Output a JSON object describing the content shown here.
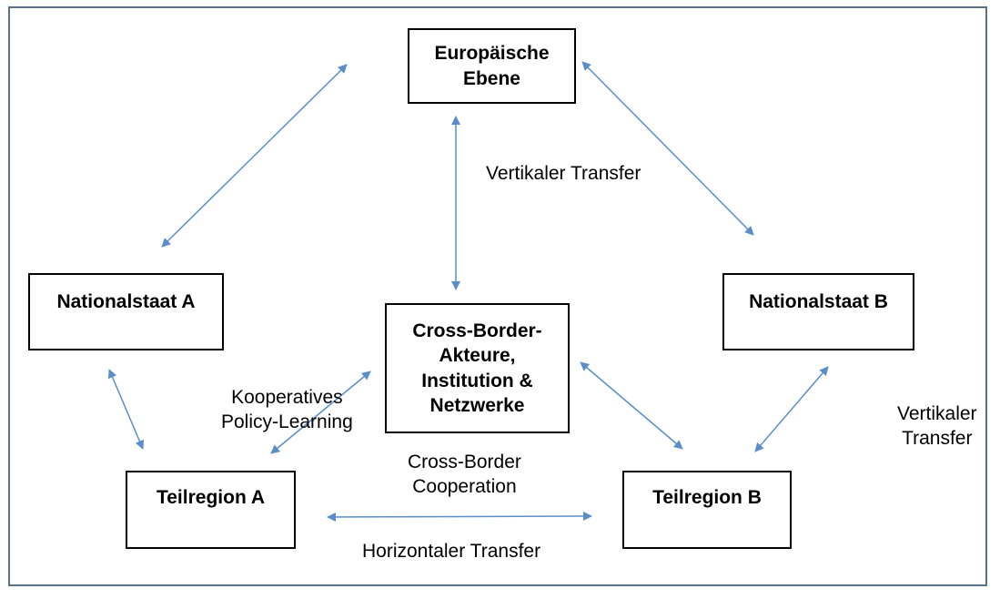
{
  "boxes": {
    "eu": [
      "Europäische",
      "Ebene"
    ],
    "nat_a": "Nationalstaat A",
    "nat_b": "Nationalstaat B",
    "cross": [
      "Cross-Border-",
      "Akteure,",
      "Institution &",
      "Netzwerke"
    ],
    "teil_a": "Teilregion A",
    "teil_b": "Teilregion B"
  },
  "labels": {
    "vertical_center": "Vertikaler Transfer",
    "vertical_right": [
      "Vertikaler",
      "Transfer"
    ],
    "cooperative": [
      "Kooperatives",
      "Policy-Learning"
    ],
    "cross_border": [
      "Cross-Border",
      "Cooperation"
    ],
    "horizontal": "Horizontaler Transfer"
  },
  "colors": {
    "arrow": "#5b8ec9",
    "frame": "#5a7287"
  }
}
